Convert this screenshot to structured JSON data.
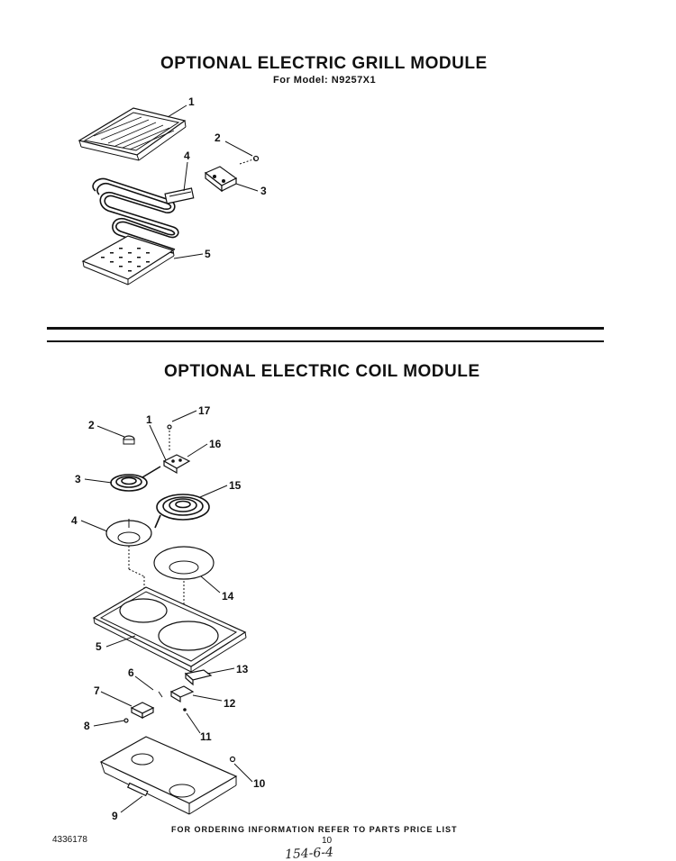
{
  "grill": {
    "title": "OPTIONAL ELECTRIC GRILL MODULE",
    "model": "For Model: N9257X1",
    "callouts": [
      "1",
      "2",
      "3",
      "4",
      "5"
    ]
  },
  "coil": {
    "title": "OPTIONAL ELECTRIC COIL MODULE",
    "callouts": [
      "1",
      "2",
      "3",
      "4",
      "5",
      "6",
      "7",
      "8",
      "9",
      "10",
      "11",
      "12",
      "13",
      "14",
      "15",
      "16",
      "17"
    ]
  },
  "footer": {
    "ordering_note": "FOR ORDERING INFORMATION REFER TO PARTS PRICE LIST",
    "page_number": "10",
    "doc_number": "4336178",
    "handwritten_note": "154-6-4"
  }
}
